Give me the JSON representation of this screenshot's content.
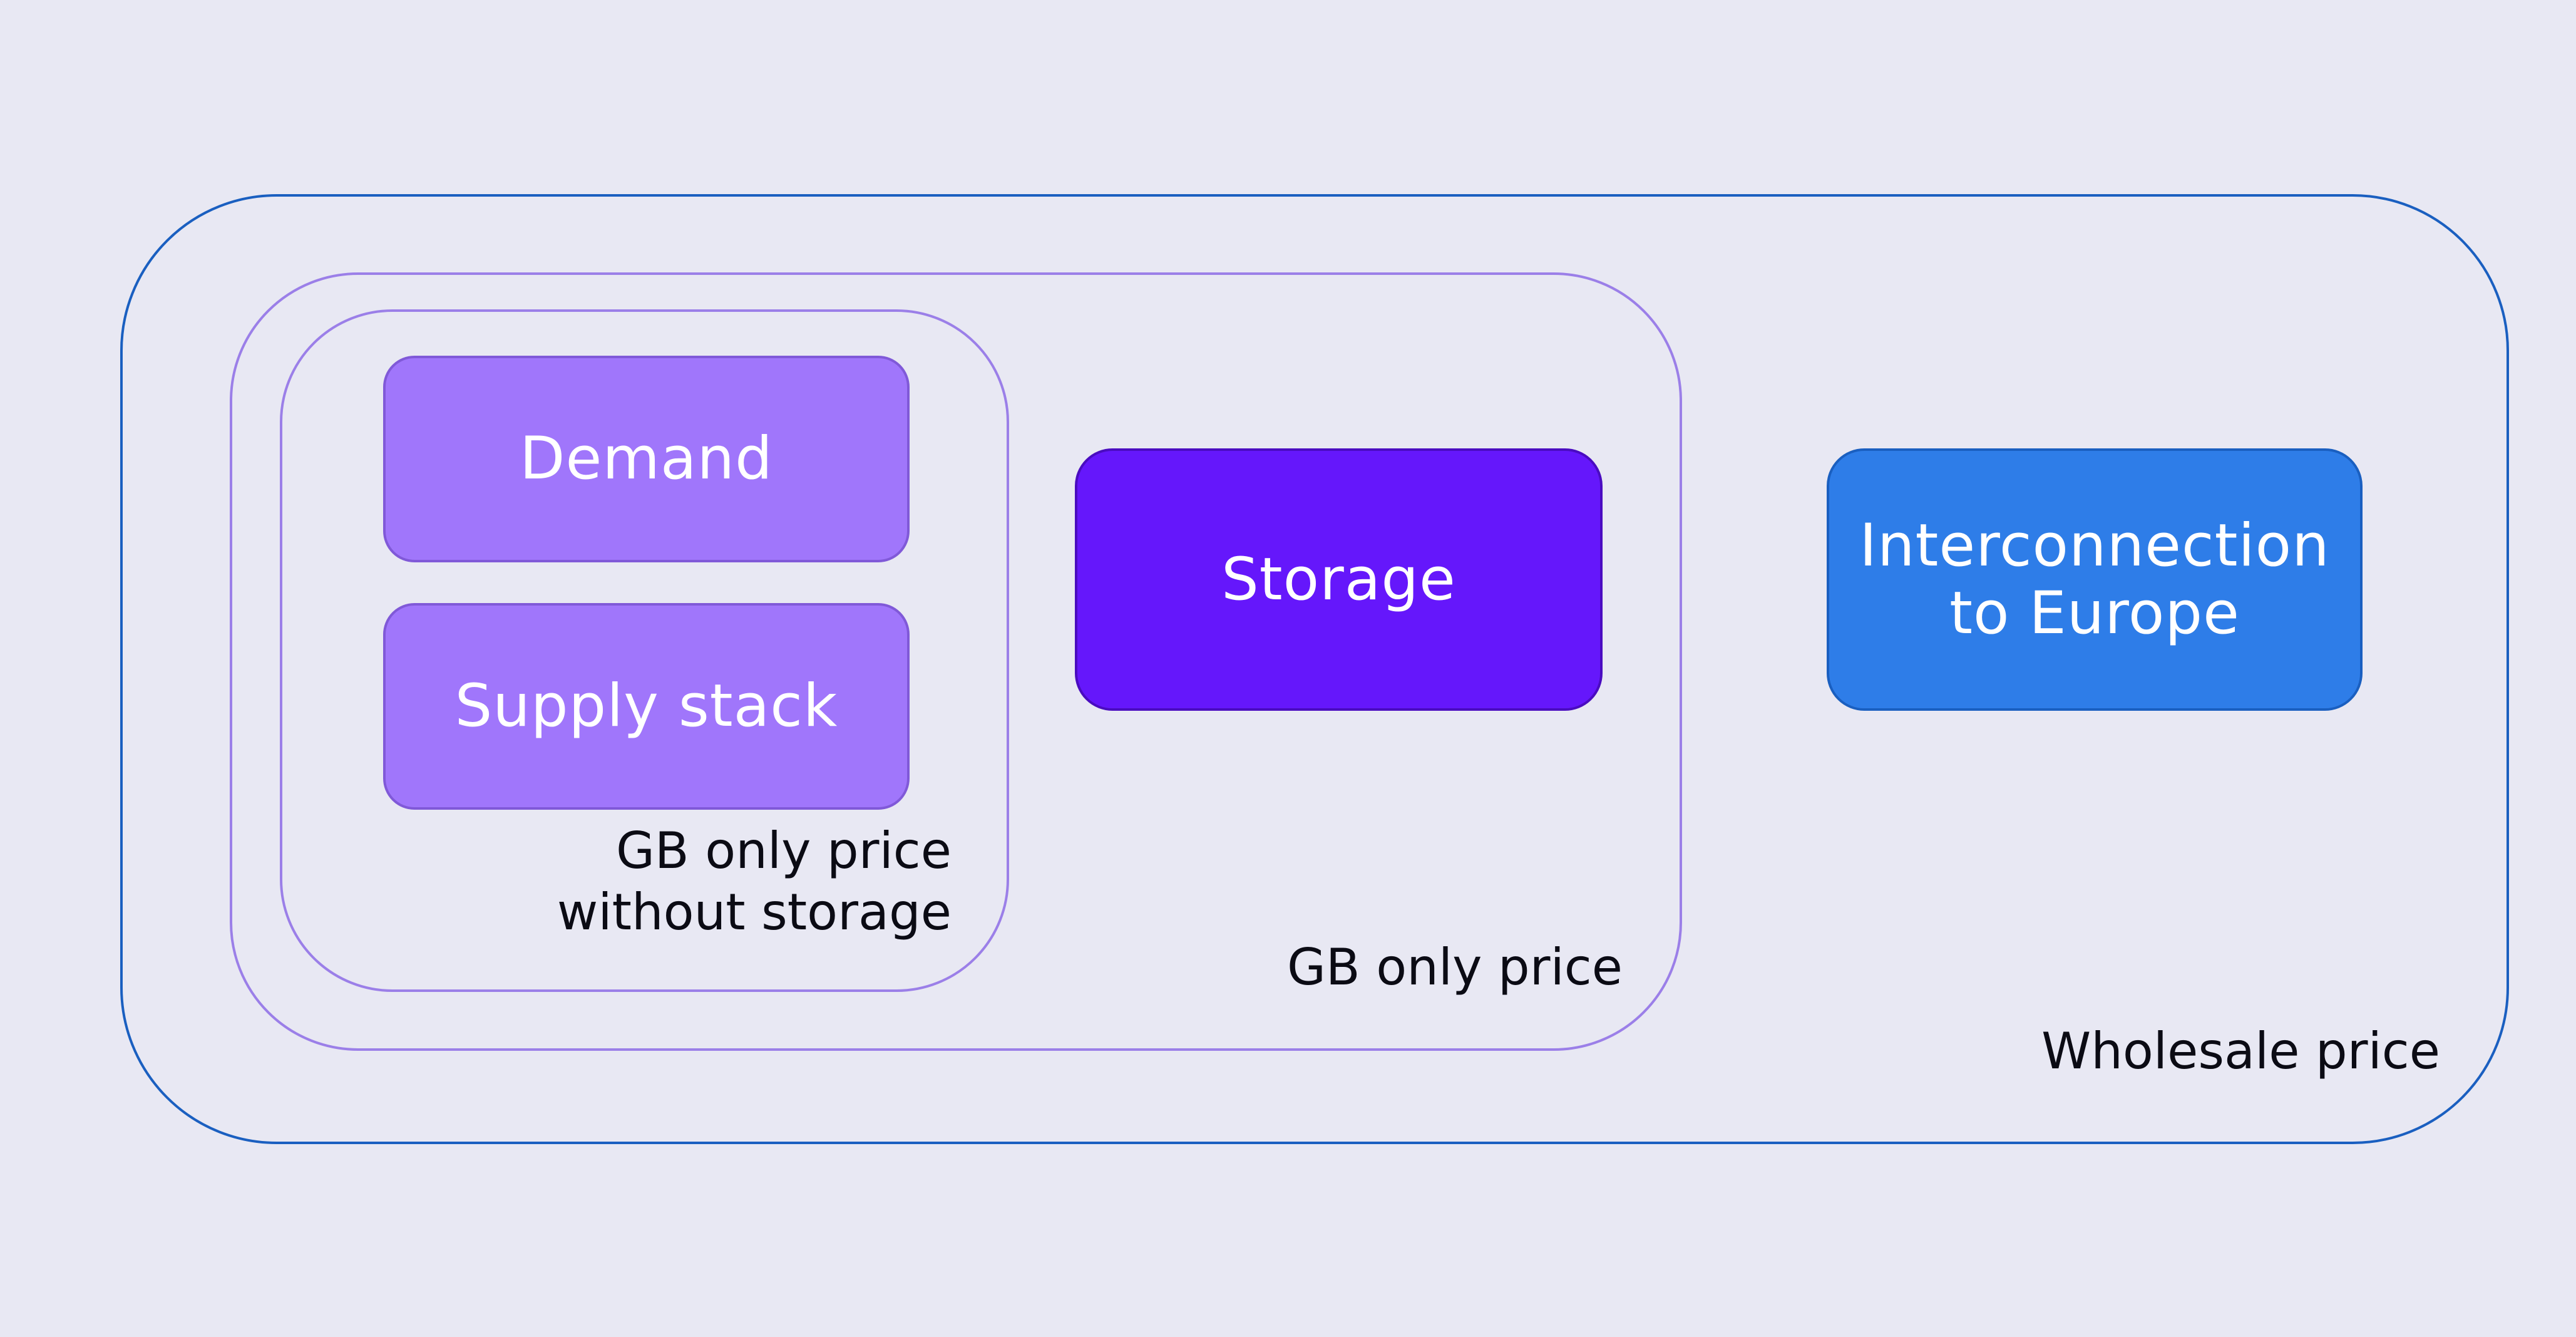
{
  "diagram": {
    "boxes": {
      "demand": "Demand",
      "supply_stack": "Supply stack",
      "storage": "Storage",
      "interconnection": [
        "Interconnection",
        "to Europe"
      ]
    },
    "frame_labels": {
      "gb_only_without_storage": [
        "GB only price",
        "without storage"
      ],
      "gb_only": "GB only price",
      "wholesale": "Wholesale price"
    }
  },
  "colors": {
    "background": "#e8e8f3",
    "demand_supply_fill": "#a076fb",
    "storage_fill": "#6517fb",
    "interconnection_fill": "#2e7de8",
    "wholesale_border": "#1a5fc0",
    "gb_border": "#9b7fe8"
  }
}
